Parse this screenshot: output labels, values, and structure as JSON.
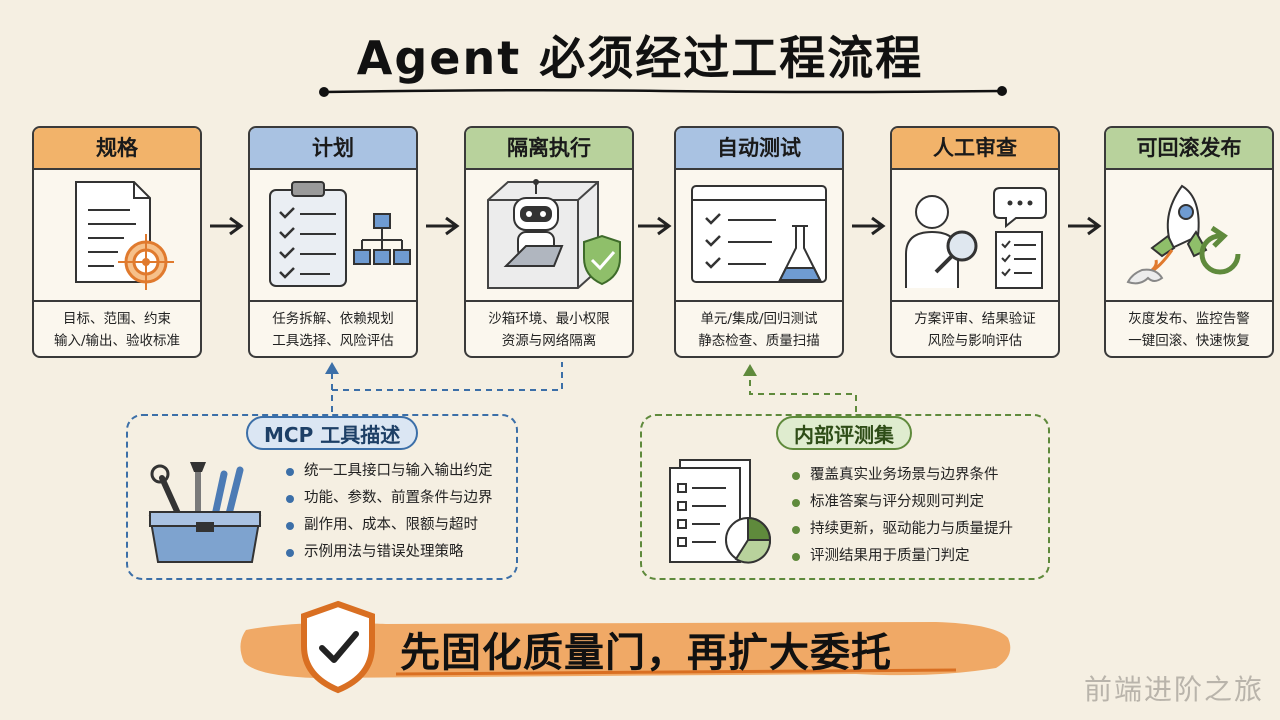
{
  "title": "Agent 必须经过工程流程",
  "steps": [
    {
      "name": "规格",
      "desc1": "目标、范围、约束",
      "desc2": "输入/输出、验收标准",
      "head_color": "#f2b36a",
      "icon": "document-target-icon"
    },
    {
      "name": "计划",
      "desc1": "任务拆解、依赖规划",
      "desc2": "工具选择、风险评估",
      "head_color": "#a9c2e2",
      "icon": "clipboard-checklist-icon"
    },
    {
      "name": "隔离执行",
      "desc1": "沙箱环境、最小权限",
      "desc2": "资源与网络隔离",
      "head_color": "#b8d29c",
      "icon": "sandbox-robot-icon"
    },
    {
      "name": "自动测试",
      "desc1": "单元/集成/回归测试",
      "desc2": "静态检查、质量扫描",
      "head_color": "#a9c2e2",
      "icon": "test-window-flask-icon"
    },
    {
      "name": "人工审查",
      "desc1": "方案评审、结果验证",
      "desc2": "风险与影响评估",
      "head_color": "#f2b36a",
      "icon": "reviewer-magnifier-icon"
    },
    {
      "name": "可回滚发布",
      "desc1": "灰度发布、监控告警",
      "desc2": "一键回滚、快速恢复",
      "head_color": "#b8d29c",
      "icon": "rocket-rollback-icon"
    }
  ],
  "mcp": {
    "tag": "MCP 工具描述",
    "items": [
      "统一工具接口与输入输出约定",
      "功能、参数、前置条件与边界",
      "副作用、成本、限额与超时",
      "示例用法与错误处理策略"
    ],
    "color": "#3c6fa8",
    "tag_bg": "#dbe6f3"
  },
  "eval": {
    "tag": "内部评测集",
    "items": [
      "覆盖真实业务场景与边界条件",
      "标准答案与评分规则可判定",
      "持续更新，驱动能力与质量提升",
      "评测结果用于质量门判定"
    ],
    "color": "#5f8a3c",
    "tag_bg": "#dfeccf"
  },
  "banner": {
    "text": "先固化质量门，再扩大委托",
    "color": "#ef9a4a"
  },
  "watermark": "前端进阶之旅"
}
